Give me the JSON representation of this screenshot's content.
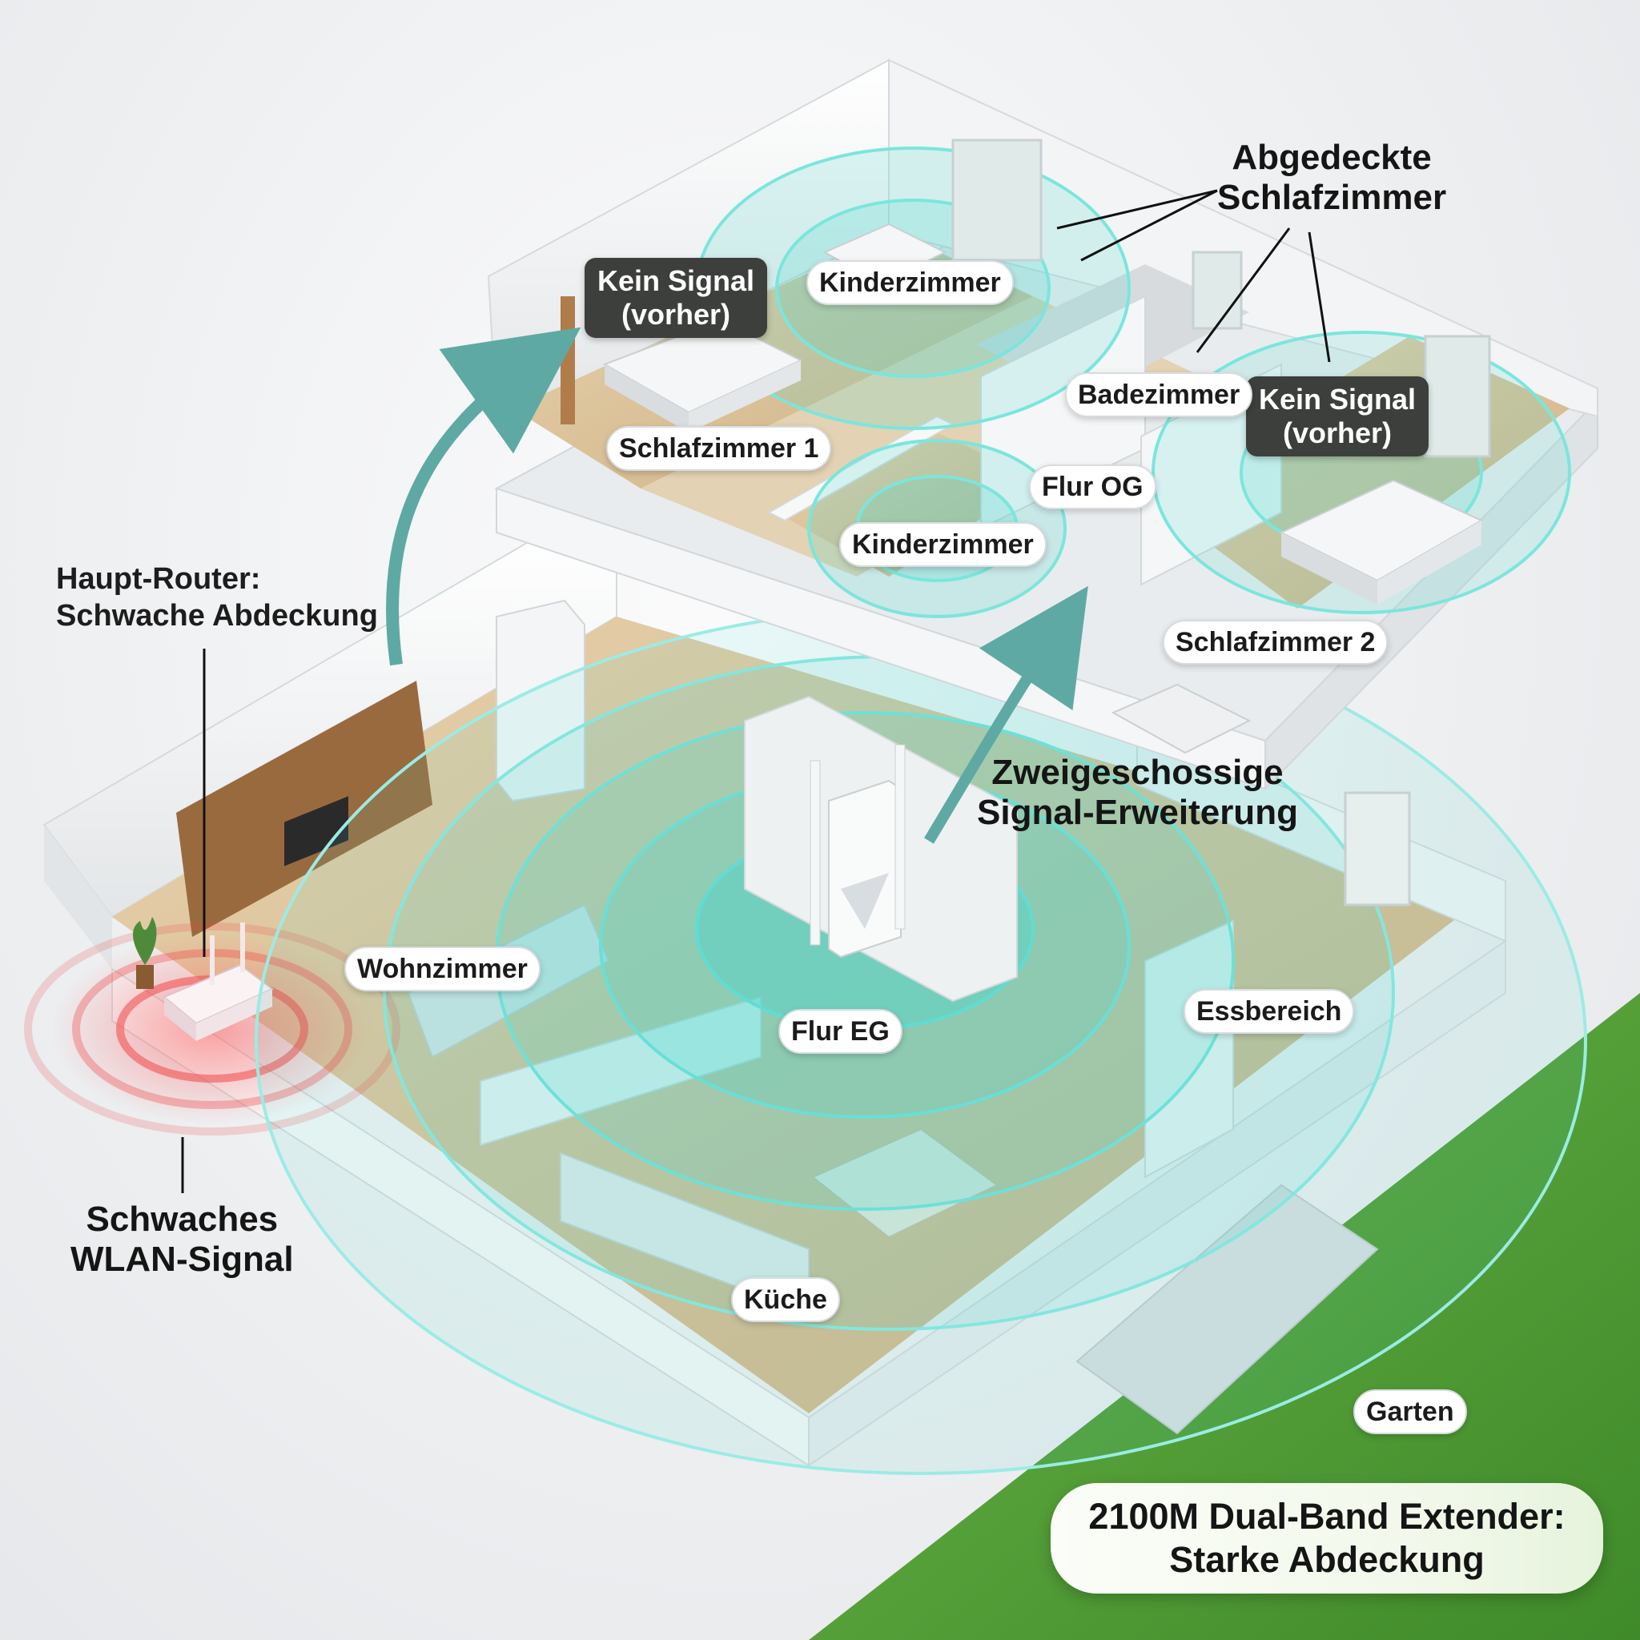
{
  "labels": {
    "callout_covered": "Abgedeckte\nSchlafzimmer",
    "kein_signal_left": "Kein Signal\n(vorher)",
    "kein_signal_right": "Kein Signal\n(vorher)",
    "kinderzimmer_top": "Kinderzimmer",
    "badezimmer": "Badezimmer",
    "schlafzimmer_1": "Schlafzimmer 1",
    "flur_og": "Flur OG",
    "kinderzimmer_mid": "Kinderzimmer",
    "schlafzimmer_2": "Schlafzimmer 2",
    "router_callout": "Haupt-Router:\nSchwache Abdeckung",
    "zweigeschossig": "Zweigeschossige\nSignal-Erweiterung",
    "wohnzimmer": "Wohnzimmer",
    "flur_eg": "Flur EG",
    "essbereich": "Essbereich",
    "schwaches": "Schwaches\nWLAN-Signal",
    "kueche": "Küche",
    "garten": "Garten",
    "banner": "2100M Dual-Band Extender:\nStarke Abdeckung"
  },
  "colors": {
    "signal_teal": "#46d8cc",
    "signal_red": "#f04848",
    "arrow_teal": "#5fa9a4",
    "wall_white": "#f7f8f8",
    "floor_wood": "#dcc49c",
    "grass": "#4f9a34"
  },
  "icons": [
    "router-icon",
    "extender-icon",
    "arrow-icon"
  ]
}
